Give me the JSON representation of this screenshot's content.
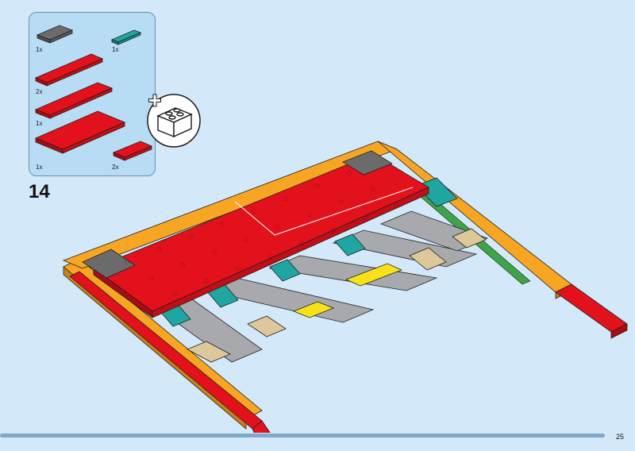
{
  "step": {
    "number": "14"
  },
  "parts_panel": {
    "parts": [
      {
        "qty": "1x",
        "color": "#6b6b6b",
        "name": "dark-grey-plate"
      },
      {
        "qty": "1x",
        "color": "#1fa6a0",
        "name": "teal-plate"
      },
      {
        "qty": "2x",
        "color": "#e3111b",
        "name": "red-plate-long"
      },
      {
        "qty": "1x",
        "color": "#e3111b",
        "name": "red-plate-medium"
      },
      {
        "qty": "1x",
        "color": "#e3111b",
        "name": "red-plate-large"
      },
      {
        "qty": "2x",
        "color": "#e3111b",
        "name": "red-plate-small"
      }
    ]
  },
  "page": {
    "number": "25"
  },
  "colors": {
    "background": "#d3e9f9",
    "panel": "#b9dcf5",
    "red": "#e3111b",
    "orange": "#f6a623",
    "grey": "#a7a9ac",
    "dark_grey": "#6b6b6b",
    "teal": "#1fa6a0",
    "yellow": "#f7e11a",
    "tan": "#dcc89a"
  }
}
